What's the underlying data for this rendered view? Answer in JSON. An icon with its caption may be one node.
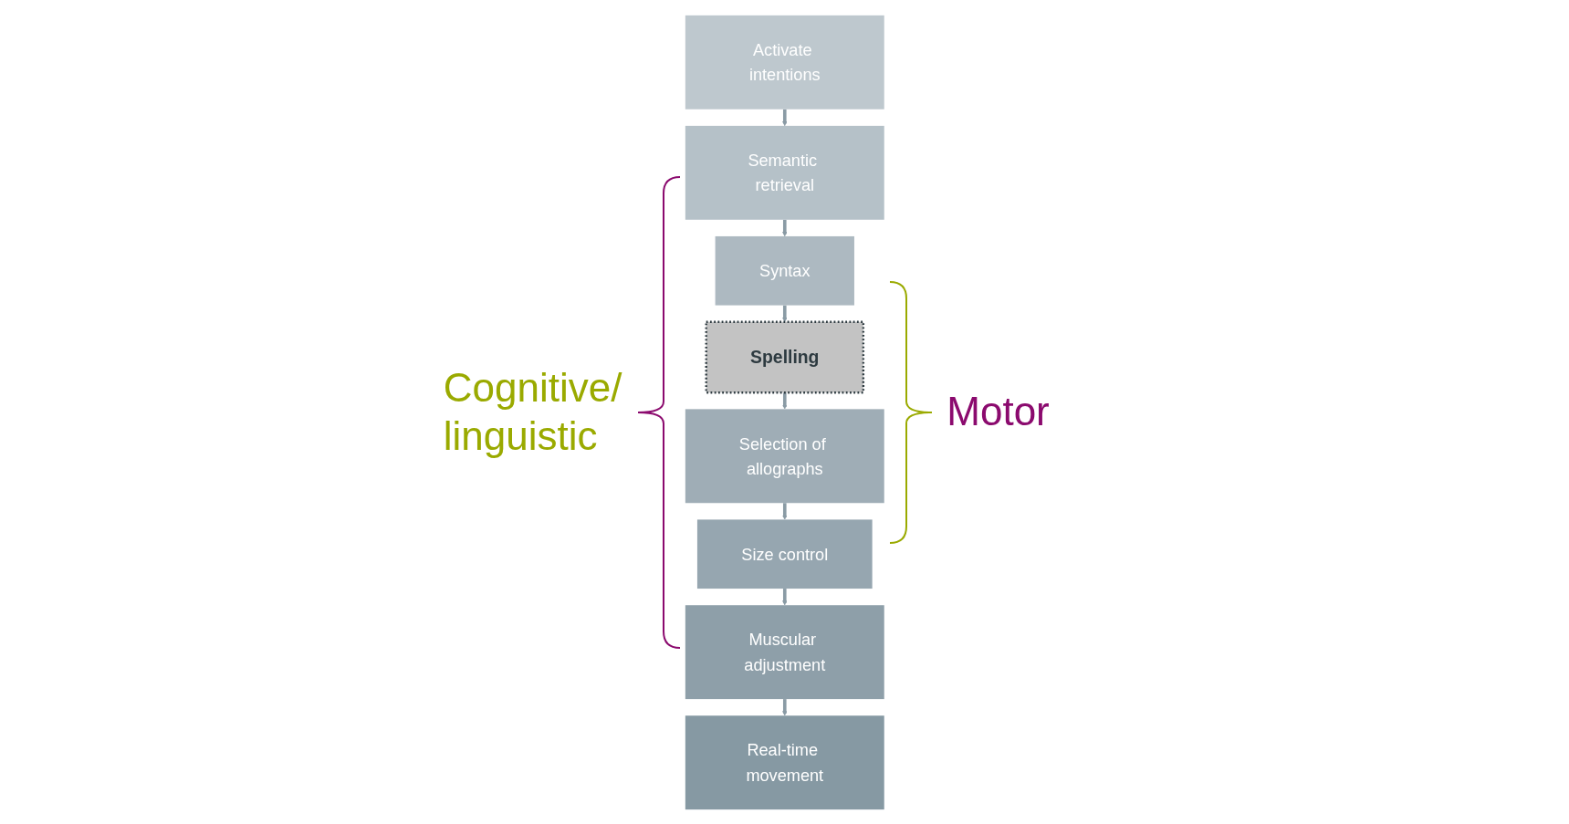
{
  "diagram": {
    "nodes": [
      {
        "text": [
          "Activate intentions"
        ]
      },
      {
        "text": [
          "Semantic retrieval"
        ]
      },
      {
        "text": [
          "Syntax"
        ]
      },
      {
        "text": [
          "Spelling"
        ]
      },
      {
        "text": [
          "Selection of allographs"
        ]
      },
      {
        "text": [
          "Size control"
        ]
      },
      {
        "text": [
          "Muscular adjustment"
        ]
      },
      {
        "text": [
          "Real-time movement"
        ]
      }
    ],
    "edges": [
      {
        "from": 0,
        "to": 1,
        "arrow": "to"
      },
      {
        "from": 1,
        "to": 2,
        "arrow": "to"
      },
      {
        "from": 2,
        "to": 3,
        "arrow": "to"
      },
      {
        "from": 3,
        "to": 4,
        "arrow": "to"
      },
      {
        "from": 4,
        "to": 5,
        "arrow": "to"
      },
      {
        "from": 5,
        "to": 6,
        "arrow": "to"
      },
      {
        "from": 6,
        "to": 7,
        "arrow": "to"
      }
    ],
    "labels": [
      "Cognitive/ linguistic",
      "Motor"
    ]
  }
}
